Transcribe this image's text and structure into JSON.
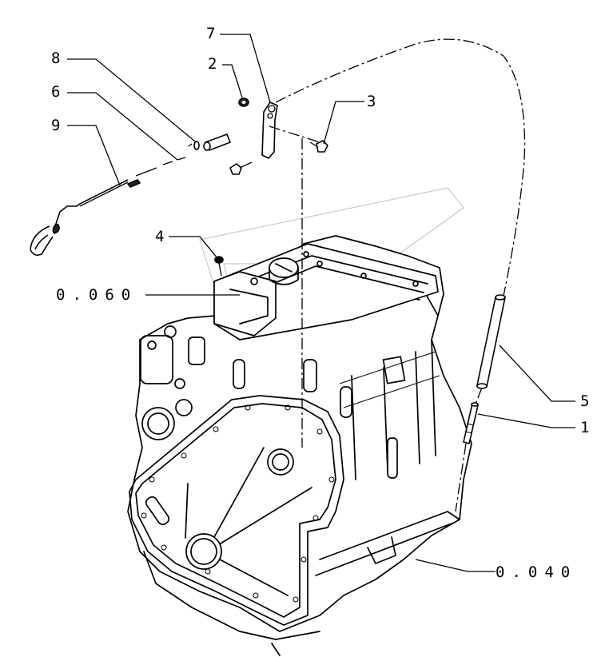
{
  "callouts": {
    "c1": "1",
    "c2": "2",
    "c3": "3",
    "c4": "4",
    "c5": "5",
    "c6": "6",
    "c7": "7",
    "c8": "8",
    "c9": "9"
  },
  "references": {
    "r060": "0.060",
    "r040": "0.040"
  },
  "colors": {
    "ink": "#000000",
    "paper": "#ffffff",
    "watermark": "#c8c8c8"
  }
}
